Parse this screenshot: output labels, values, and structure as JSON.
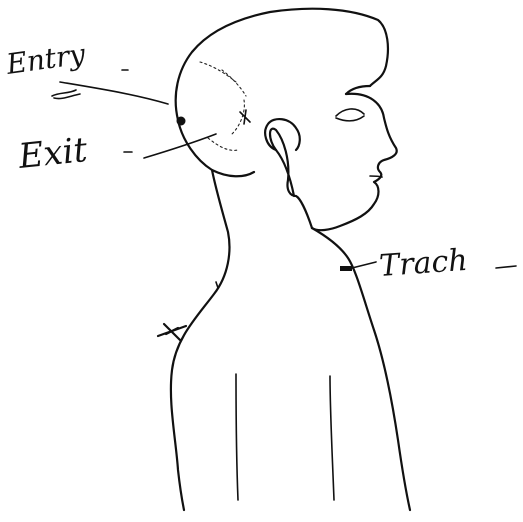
{
  "labels": {
    "entry": "Entry",
    "exit": "Exit",
    "trach": "Trach"
  },
  "colors": {
    "ink": "#111111",
    "paper": "#ffffff"
  }
}
